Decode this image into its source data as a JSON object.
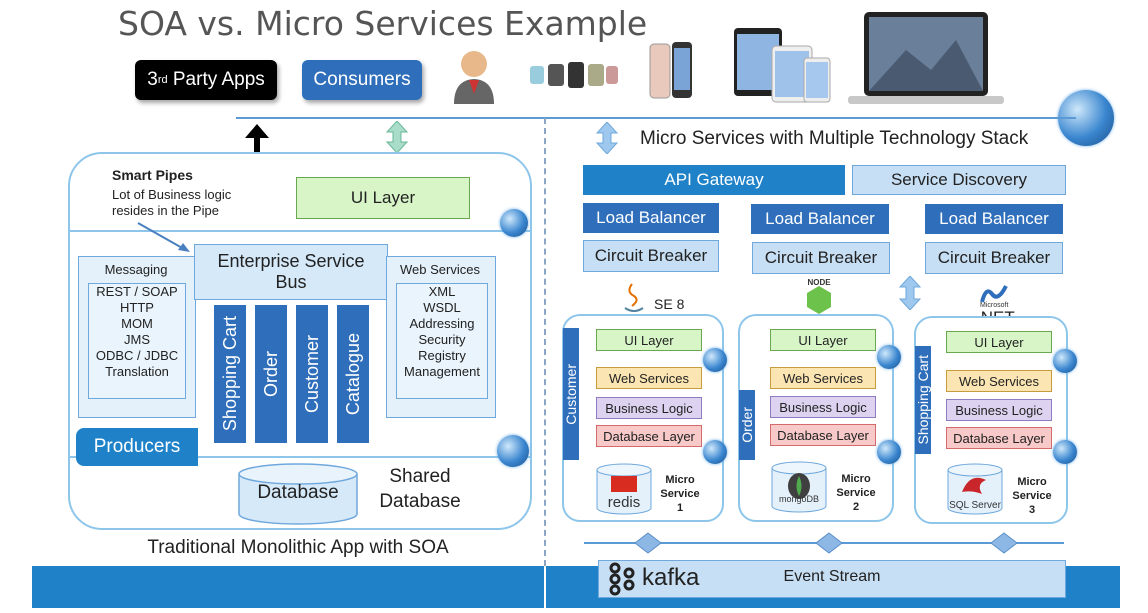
{
  "title": "SOA vs. Micro Services Example",
  "header": {
    "third_party_prefix": "3",
    "third_party_sup": "rd",
    "third_party_suffix": " Party Apps",
    "consumers": "Consumers"
  },
  "left": {
    "smart_pipes_title": "Smart Pipes",
    "smart_pipes_text1": "Lot of Business logic",
    "smart_pipes_text2": "resides in the Pipe",
    "ui_layer": "UI Layer",
    "esb_line1": "Enterprise Service",
    "esb_line2": "Bus",
    "messaging_title": "Messaging",
    "messaging_items": [
      "REST / SOAP",
      "HTTP",
      "MOM",
      "JMS",
      "ODBC / JDBC",
      "Translation"
    ],
    "web_services_title": "Web Services",
    "web_services_items": [
      "XML",
      "WSDL",
      "Addressing",
      "Security",
      "Registry",
      "Management"
    ],
    "services": [
      "Shopping Cart",
      "Order",
      "Customer",
      "Catalogue"
    ],
    "producers": "Producers",
    "database": "Database",
    "shared_db_line1": "Shared",
    "shared_db_line2": "Database",
    "caption": "Traditional Monolithic App with SOA"
  },
  "right": {
    "heading": "Micro Services with Multiple Technology Stack",
    "api_gateway": "API Gateway",
    "service_discovery": "Service Discovery",
    "load_balancer": "Load Balancer",
    "circuit_breaker": "Circuit Breaker",
    "tech": {
      "java": "SE 8",
      "node": "NODE",
      "net_small": "Microsoft",
      "net": ".NET"
    },
    "services": [
      {
        "name": "Customer",
        "db": "redis",
        "micro1": "Micro",
        "micro2": "Service",
        "num": "1"
      },
      {
        "name": "Order",
        "db": "mongoDB",
        "micro1": "Micro",
        "micro2": "Service",
        "num": "2"
      },
      {
        "name": "Shopping Cart",
        "db": "SQL Server",
        "micro1": "Micro",
        "micro2": "Service",
        "num": "3"
      }
    ],
    "layers": {
      "ui": "UI Layer",
      "web": "Web Services",
      "biz": "Business Logic",
      "db": "Database Layer"
    },
    "kafka": "kafka",
    "event_stream": "Event Stream"
  },
  "colors": {
    "accent": "#2f6eba",
    "bar": "#1f82c9",
    "panel_border": "#8dc6ea"
  }
}
